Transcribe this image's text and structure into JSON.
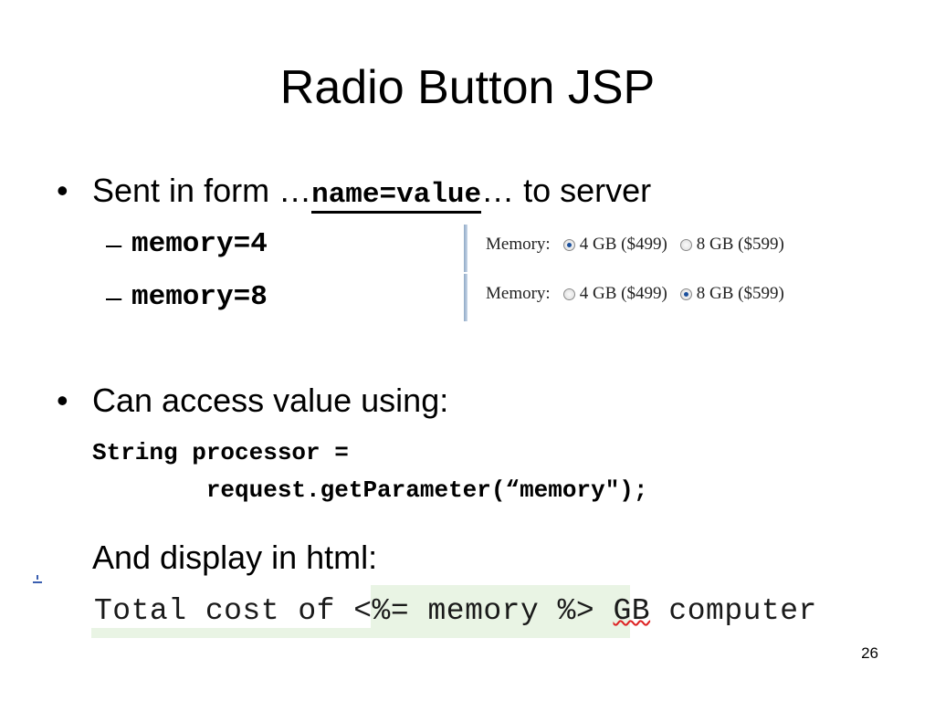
{
  "slide": {
    "title": "Radio Button JSP",
    "page_number": "26"
  },
  "bullet1": {
    "marker": "•",
    "prefix": "Sent in form …",
    "code": "name=value",
    "suffix": "… to server",
    "subs": [
      {
        "dash": "–",
        "text": "memory=4"
      },
      {
        "dash": "–",
        "text": "memory=8"
      }
    ]
  },
  "radio_examples": [
    {
      "label": "Memory:",
      "option1": "4 GB ($499)",
      "option2": "8 GB ($599)",
      "selected": "4 GB ($499)"
    },
    {
      "label": "Memory:",
      "option1": "4 GB ($499)",
      "option2": "8 GB ($599)",
      "selected": "8 GB ($599)"
    }
  ],
  "bullet2": {
    "marker": "•",
    "text": "Can access value using:",
    "code_line1": "String processor =",
    "code_line2": "        request.getParameter(“memory\");",
    "display_text": "And display in html:",
    "html_part1": "Total cost of ",
    "html_part2": "<%= memory %> ",
    "html_part3": "GB",
    "html_part4": " computer"
  }
}
